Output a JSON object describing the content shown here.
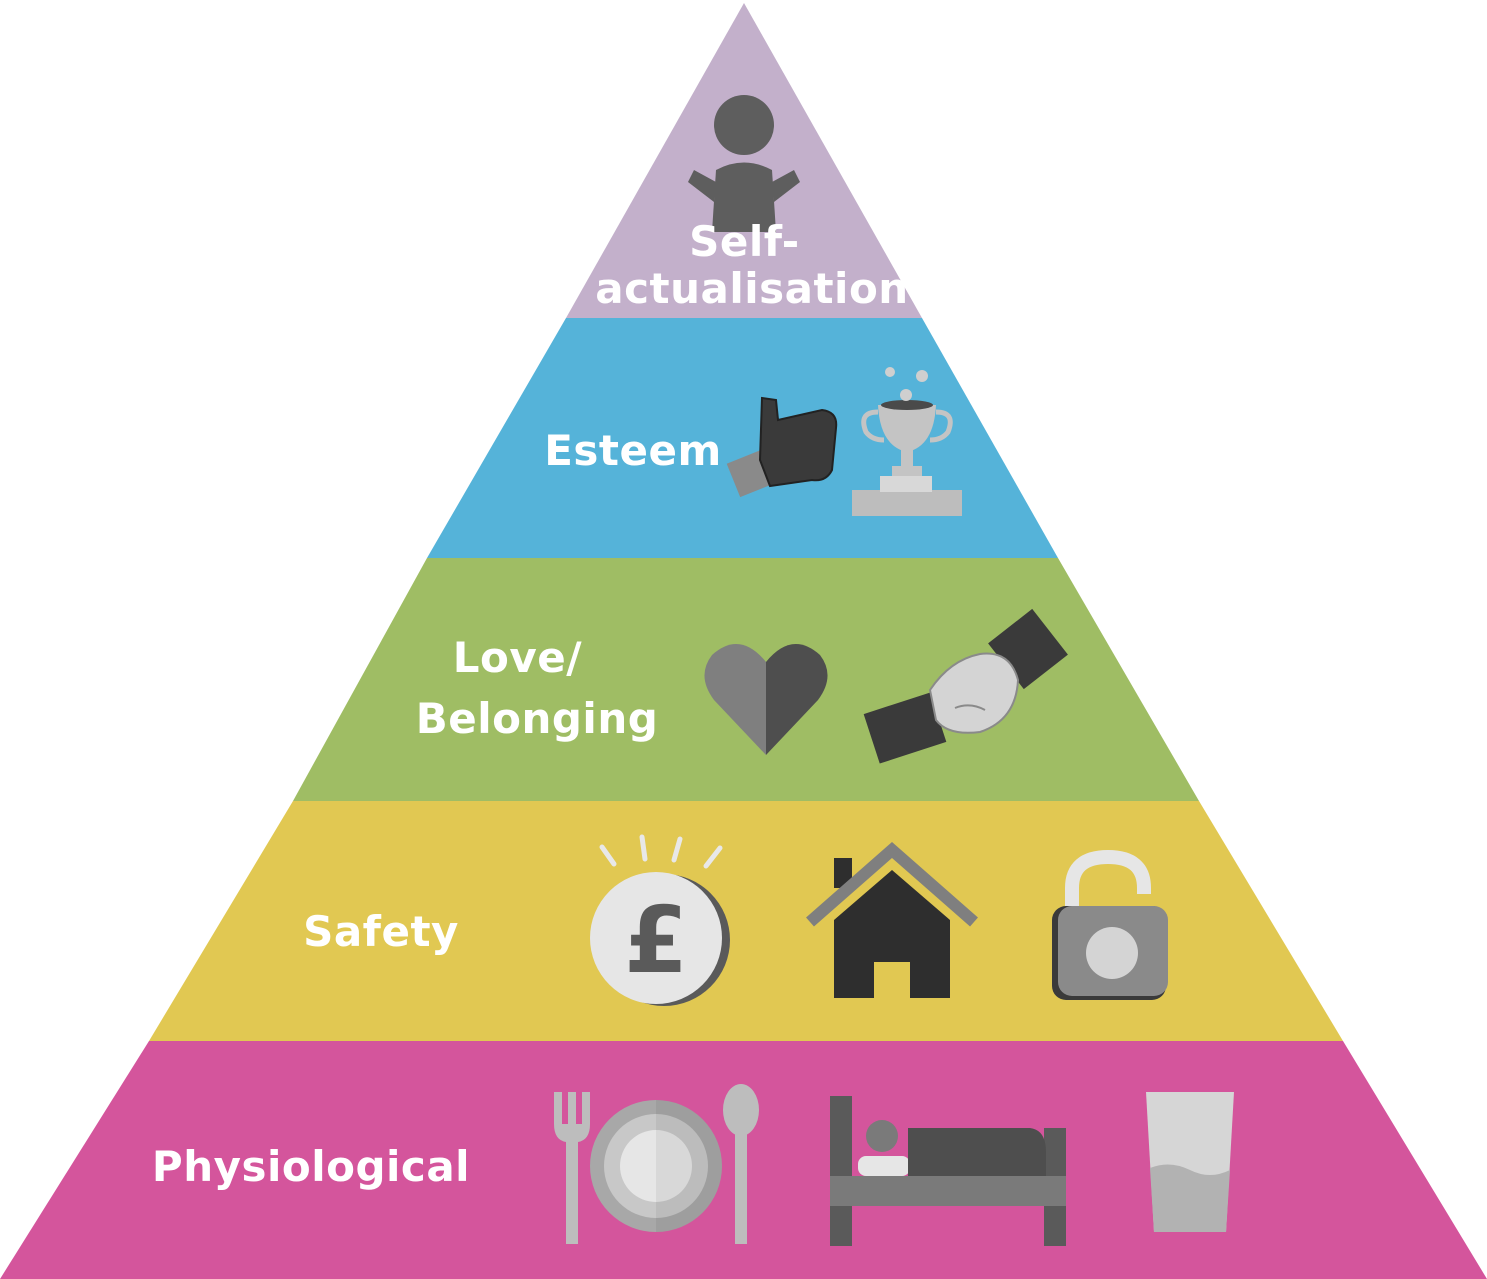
{
  "levels": [
    {
      "key": "self",
      "label_lines": [
        "Self-",
        "actualisation"
      ],
      "color": "#c3b0cb",
      "icons": [
        "person-icon"
      ]
    },
    {
      "key": "esteem",
      "label_lines": [
        "Esteem"
      ],
      "color": "#55b3d9",
      "icons": [
        "thumbs-up-icon",
        "trophy-icon"
      ]
    },
    {
      "key": "love",
      "label_lines": [
        "Love/",
        "Belonging"
      ],
      "color": "#9fbd64",
      "icons": [
        "heart-icon",
        "handshake-icon"
      ]
    },
    {
      "key": "safety",
      "label_lines": [
        "Safety"
      ],
      "color": "#e1c852",
      "icons": [
        "pound-coin-icon",
        "house-icon",
        "padlock-icon"
      ]
    },
    {
      "key": "physiological",
      "label_lines": [
        "Physiological"
      ],
      "color": "#d4559c",
      "icons": [
        "cutlery-plate-icon",
        "bed-icon",
        "water-glass-icon"
      ]
    }
  ]
}
